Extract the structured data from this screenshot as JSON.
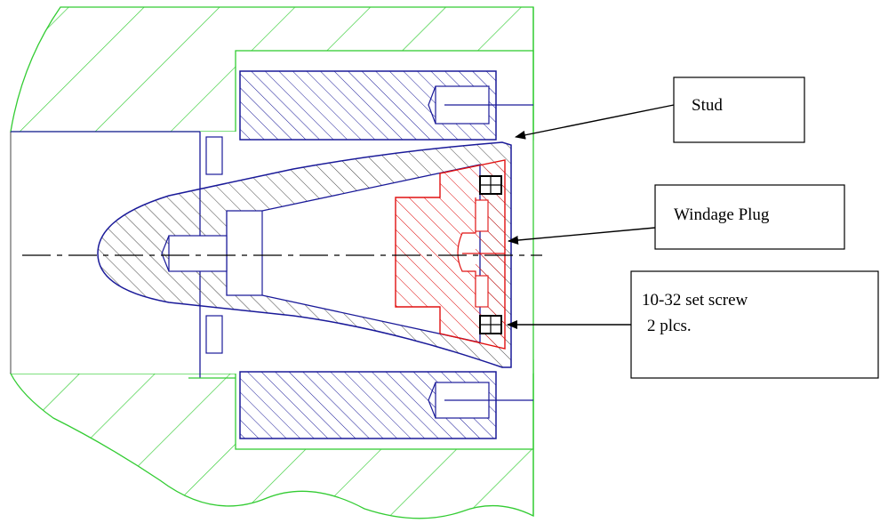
{
  "callouts": {
    "stud": {
      "label": "Stud"
    },
    "windage_plug": {
      "label": "Windage Plug"
    },
    "set_screw": {
      "line1": "10-32 set screw",
      "line2": "2 plcs."
    }
  },
  "colors": {
    "housing": "#33cc33",
    "stud": "#1a1a99",
    "plug": "#e01010",
    "centerline": "#000000",
    "outline": "#555555"
  }
}
